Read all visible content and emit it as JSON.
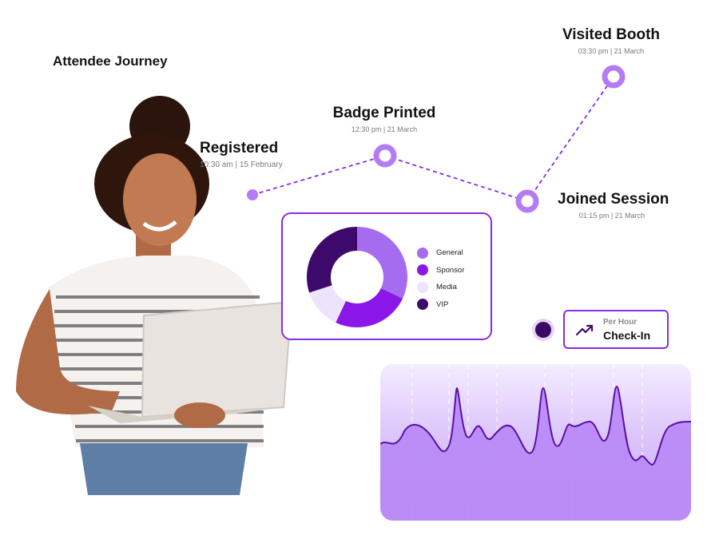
{
  "section_title": "Attendee Journey",
  "milestones": [
    {
      "id": "registered",
      "title": "Registered",
      "time": "10:30 am | 15 February"
    },
    {
      "id": "badge",
      "title": "Badge Printed",
      "time": "12:30 pm | 21 March"
    },
    {
      "id": "session",
      "title": "Joined Session",
      "time": "01:15 pm | 21 March"
    },
    {
      "id": "booth",
      "title": "Visited Booth",
      "time": "03:30 pm | 21 March"
    }
  ],
  "donut": {
    "segments": [
      {
        "label": "General",
        "value": 32,
        "color": "#a66cf0"
      },
      {
        "label": "Sponsor",
        "value": 25,
        "color": "#8b16e8"
      },
      {
        "label": "Media",
        "value": 13,
        "color": "#ede4fb"
      },
      {
        "label": "VIP",
        "value": 30,
        "color": "#3d0a6b"
      }
    ]
  },
  "kpi": {
    "subtitle": "Per Hour",
    "title": "Check-In",
    "icon": "trending-up-icon"
  },
  "colors": {
    "accent": "#8a2be2",
    "accent_light": "#b37cf5",
    "accent_dark": "#3d0a6b"
  }
}
